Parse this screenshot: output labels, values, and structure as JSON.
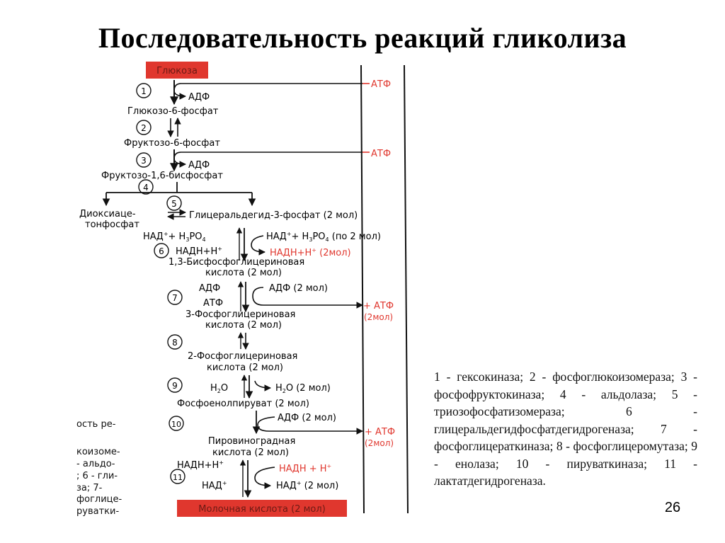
{
  "slide": {
    "title": "Последовательность реакций гликолиза",
    "page_number": "26"
  },
  "colors": {
    "accent_red": "#e0372e",
    "ink": "#111111"
  },
  "diagram": {
    "start_box": "Глюкоза",
    "end_box": "Молочная кислота (2 мол)",
    "steps": [
      "1",
      "2",
      "3",
      "4",
      "5",
      "6",
      "7",
      "8",
      "9",
      "10",
      "11"
    ],
    "compounds": {
      "g6p": "Глюкозо-6-фосфат",
      "f6p": "Фруктозо-6-фосфат",
      "f16bp": "Фруктозо-1,6-бисфосфат",
      "dhap_1": "Диоксиаце-",
      "dhap_2": "тонфосфат",
      "g3p": "Глицеральдегид-3-фосфат (2 мол)",
      "bpg_1": "1,3-Бисфосфоглицериновая",
      "bpg_2": "кислота (2 мол)",
      "pg3_1": "3-Фосфоглицериновая",
      "pg3_2": "кислота (2 мол)",
      "pg2_1": "2-Фосфоглицериновая",
      "pg2_2": "кислота (2 мол)",
      "pep": "Фосфоенолпируват (2 мол)",
      "pyr_1": "Пировиноградная",
      "pyr_2": "кислота (2 мол)"
    },
    "cofactors": {
      "adp1": "АДФ",
      "adp3": "АДФ",
      "nad_left": "НАД",
      "plus_h3po4": "+ Н",
      "po4": "РО",
      "nad_right": "НАД",
      "h3po4_right": "+ Н",
      "po4_right": "РО",
      "per2mol": "(по 2 мол)",
      "nadh_left": "НАДН+Н",
      "nadh_right": "НАДН+Н",
      "nadh_right_2mol": "(2мол)",
      "adp7_left": "АДФ",
      "atp7_left": "АТФ",
      "adp7_right": "АДФ (2 мол)",
      "h2o_left": "Н",
      "h2o_left_o": "О",
      "h2o_right": "Н",
      "h2o_right_o": "О (2 мол)",
      "adp10_right": "АДФ (2 мол)",
      "nadh11_left": "НАДН+Н",
      "nadh11_right": "НАДН + Н",
      "nad11_left": "НАД",
      "nad11_right": "НАД",
      "nad11_right_2mol": "(2 мол)"
    },
    "energy": {
      "atp_in_1": "АТФ",
      "atp_in_3": "АТФ",
      "atp_out_7": "+ АТФ",
      "atp_out_7_2mol": "(2мол)",
      "atp_out_10": "+ АТФ",
      "atp_out_10_2mol": "(2мол)"
    },
    "cut_off_fragments": [
      "ость ре-",
      "коизоме-",
      "- альдо-",
      "; 6 - гли-",
      "за;     7-",
      "фоглице-",
      "руватки-"
    ]
  },
  "legend": {
    "text": "1 - гексокиназа;  2 - фосфоглюкоизомераза; 3 - фосфофруктокиназа; 4 - альдолаза; 5 - триозофосфатизомераза; 6 - глицеральдегидфосфатдегидрогеназа;    7 - фосфоглицераткиназа; 8 - фосфоглицеромутаза;  9 - енолаза;  10 - пируваткиназа;  11 - лактатдегидрогеназа."
  }
}
